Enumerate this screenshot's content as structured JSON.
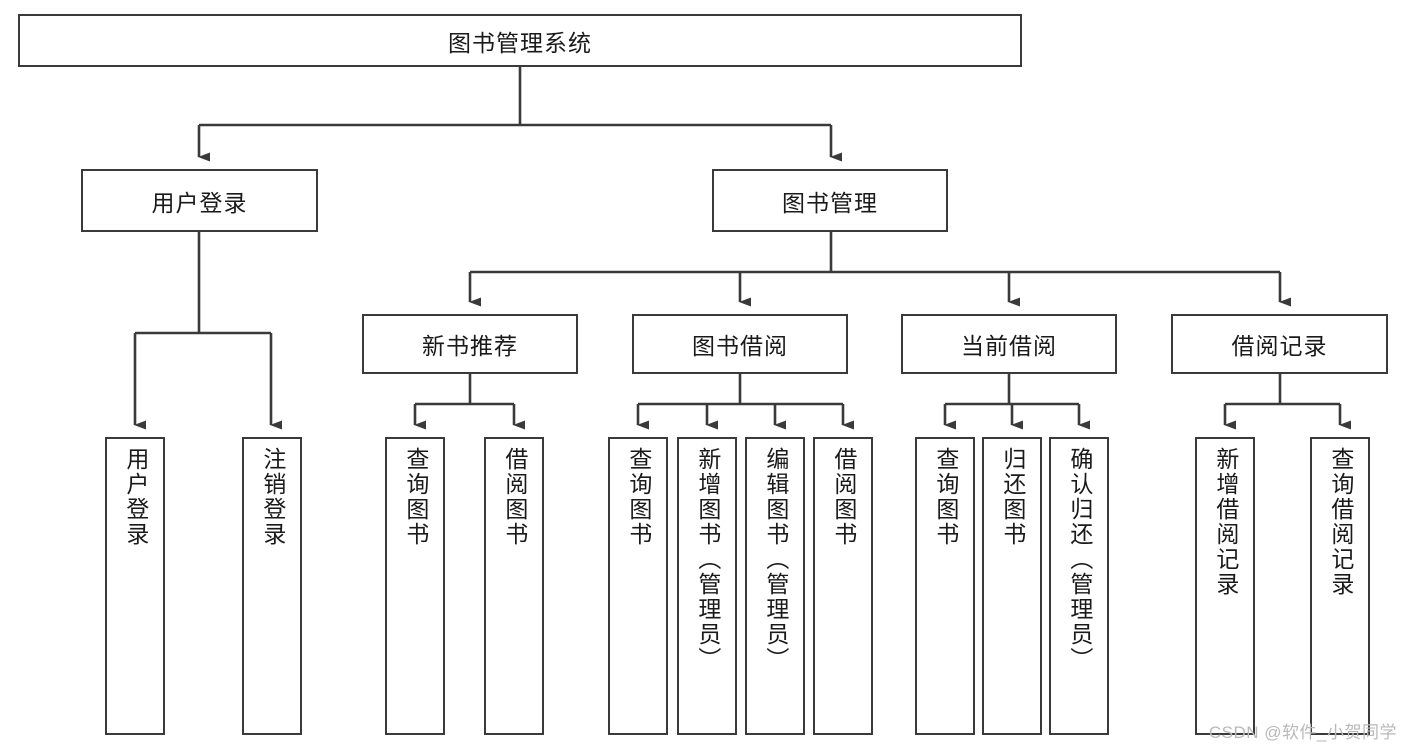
{
  "diagram": {
    "title": "图书管理系统",
    "type": "tree-hierarchy-flowchart",
    "root": {
      "label": "图书管理系统"
    },
    "level2": [
      {
        "label": "用户登录"
      },
      {
        "label": "图书管理"
      }
    ],
    "level3": [
      {
        "label": "新书推荐"
      },
      {
        "label": "图书借阅"
      },
      {
        "label": "当前借阅"
      },
      {
        "label": "借阅记录"
      }
    ],
    "leaves": {
      "user_login": [
        {
          "label": "用户登录"
        },
        {
          "label": "注销登录"
        }
      ],
      "new_book": [
        {
          "label": "查询图书"
        },
        {
          "label": "借阅图书"
        }
      ],
      "book_borrow": [
        {
          "label": "查询图书"
        },
        {
          "label": "新增图书（管理员）"
        },
        {
          "label": "编辑图书（管理员）"
        },
        {
          "label": "借阅图书"
        }
      ],
      "current_borrow": [
        {
          "label": "查询图书"
        },
        {
          "label": "归还图书"
        },
        {
          "label": "确认归还（管理员）"
        }
      ],
      "borrow_record": [
        {
          "label": "新增借阅记录"
        },
        {
          "label": "查询借阅记录"
        }
      ]
    }
  },
  "watermark": {
    "text": "CSDN @软件_小贺同学"
  },
  "colors": {
    "stroke": "#3a3a3a",
    "background": "#ffffff",
    "text": "#1a1a1a",
    "watermark": "#b9b9b9"
  }
}
